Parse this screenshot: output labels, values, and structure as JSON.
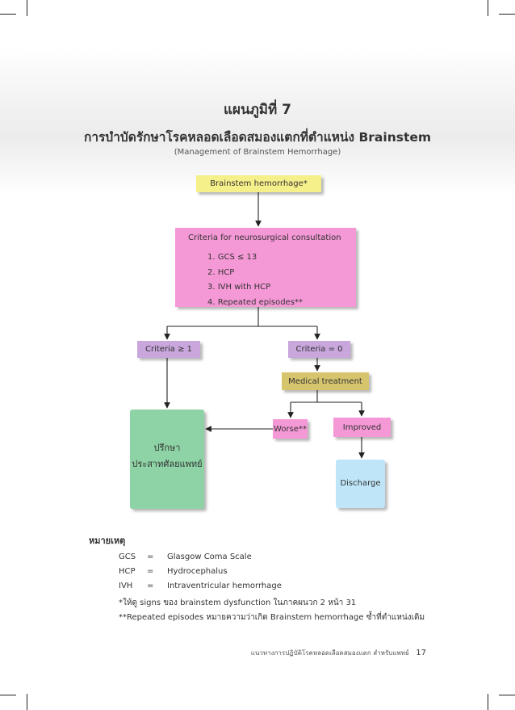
{
  "header": {
    "title": "แผนภูมิที่ 7",
    "subtitle": "การบำบัดรักษาโรคหลอดเลือดสมองแตกที่ตำแหน่ง Brainstem",
    "subtitle_en": "(Management of Brainstem Hemorrhage)"
  },
  "flowchart": {
    "start": "Brainstem  hemorrhage*",
    "criteria_title": "Criteria for  neurosurgical  consultation",
    "criteria_items": [
      "1. GCS  ≤ 13",
      "2. HCP",
      "3. IVH with HCP",
      "4. Repeated  episodes**"
    ],
    "criteria_ge1": "Criteria ≥  1",
    "criteria_eq0": "Criteria = 0",
    "medical": "Medical  treatment",
    "worse": "Worse**",
    "improved": "Improved",
    "consult_line1": "ปรึกษา",
    "consult_line2": "ประสาทศัลยแพทย์",
    "discharge": "Discharge"
  },
  "notes": {
    "heading": "หมายเหตุ",
    "abbreviations": [
      {
        "abbr": "GCS",
        "eq": "=",
        "meaning": "Glasgow Coma Scale"
      },
      {
        "abbr": "HCP",
        "eq": "=",
        "meaning": "Hydrocephalus"
      },
      {
        "abbr": "IVH",
        "eq": "=",
        "meaning": "Intraventricular  hemorrhage"
      }
    ],
    "line1": "*ให้ดู signs ของ brainstem dysfunction ในภาคผนวก 2 หน้า 31",
    "line2": "**Repeated  episodes หมายความว่าเกิด Brainstem  hemorrhage ซ้ำที่ตำแหน่งเดิม"
  },
  "footer": {
    "text": "แนวทางการปฏิบัติโรคหลอดเลือดสมองแตก สำหรับแพทย์",
    "page": "17"
  }
}
